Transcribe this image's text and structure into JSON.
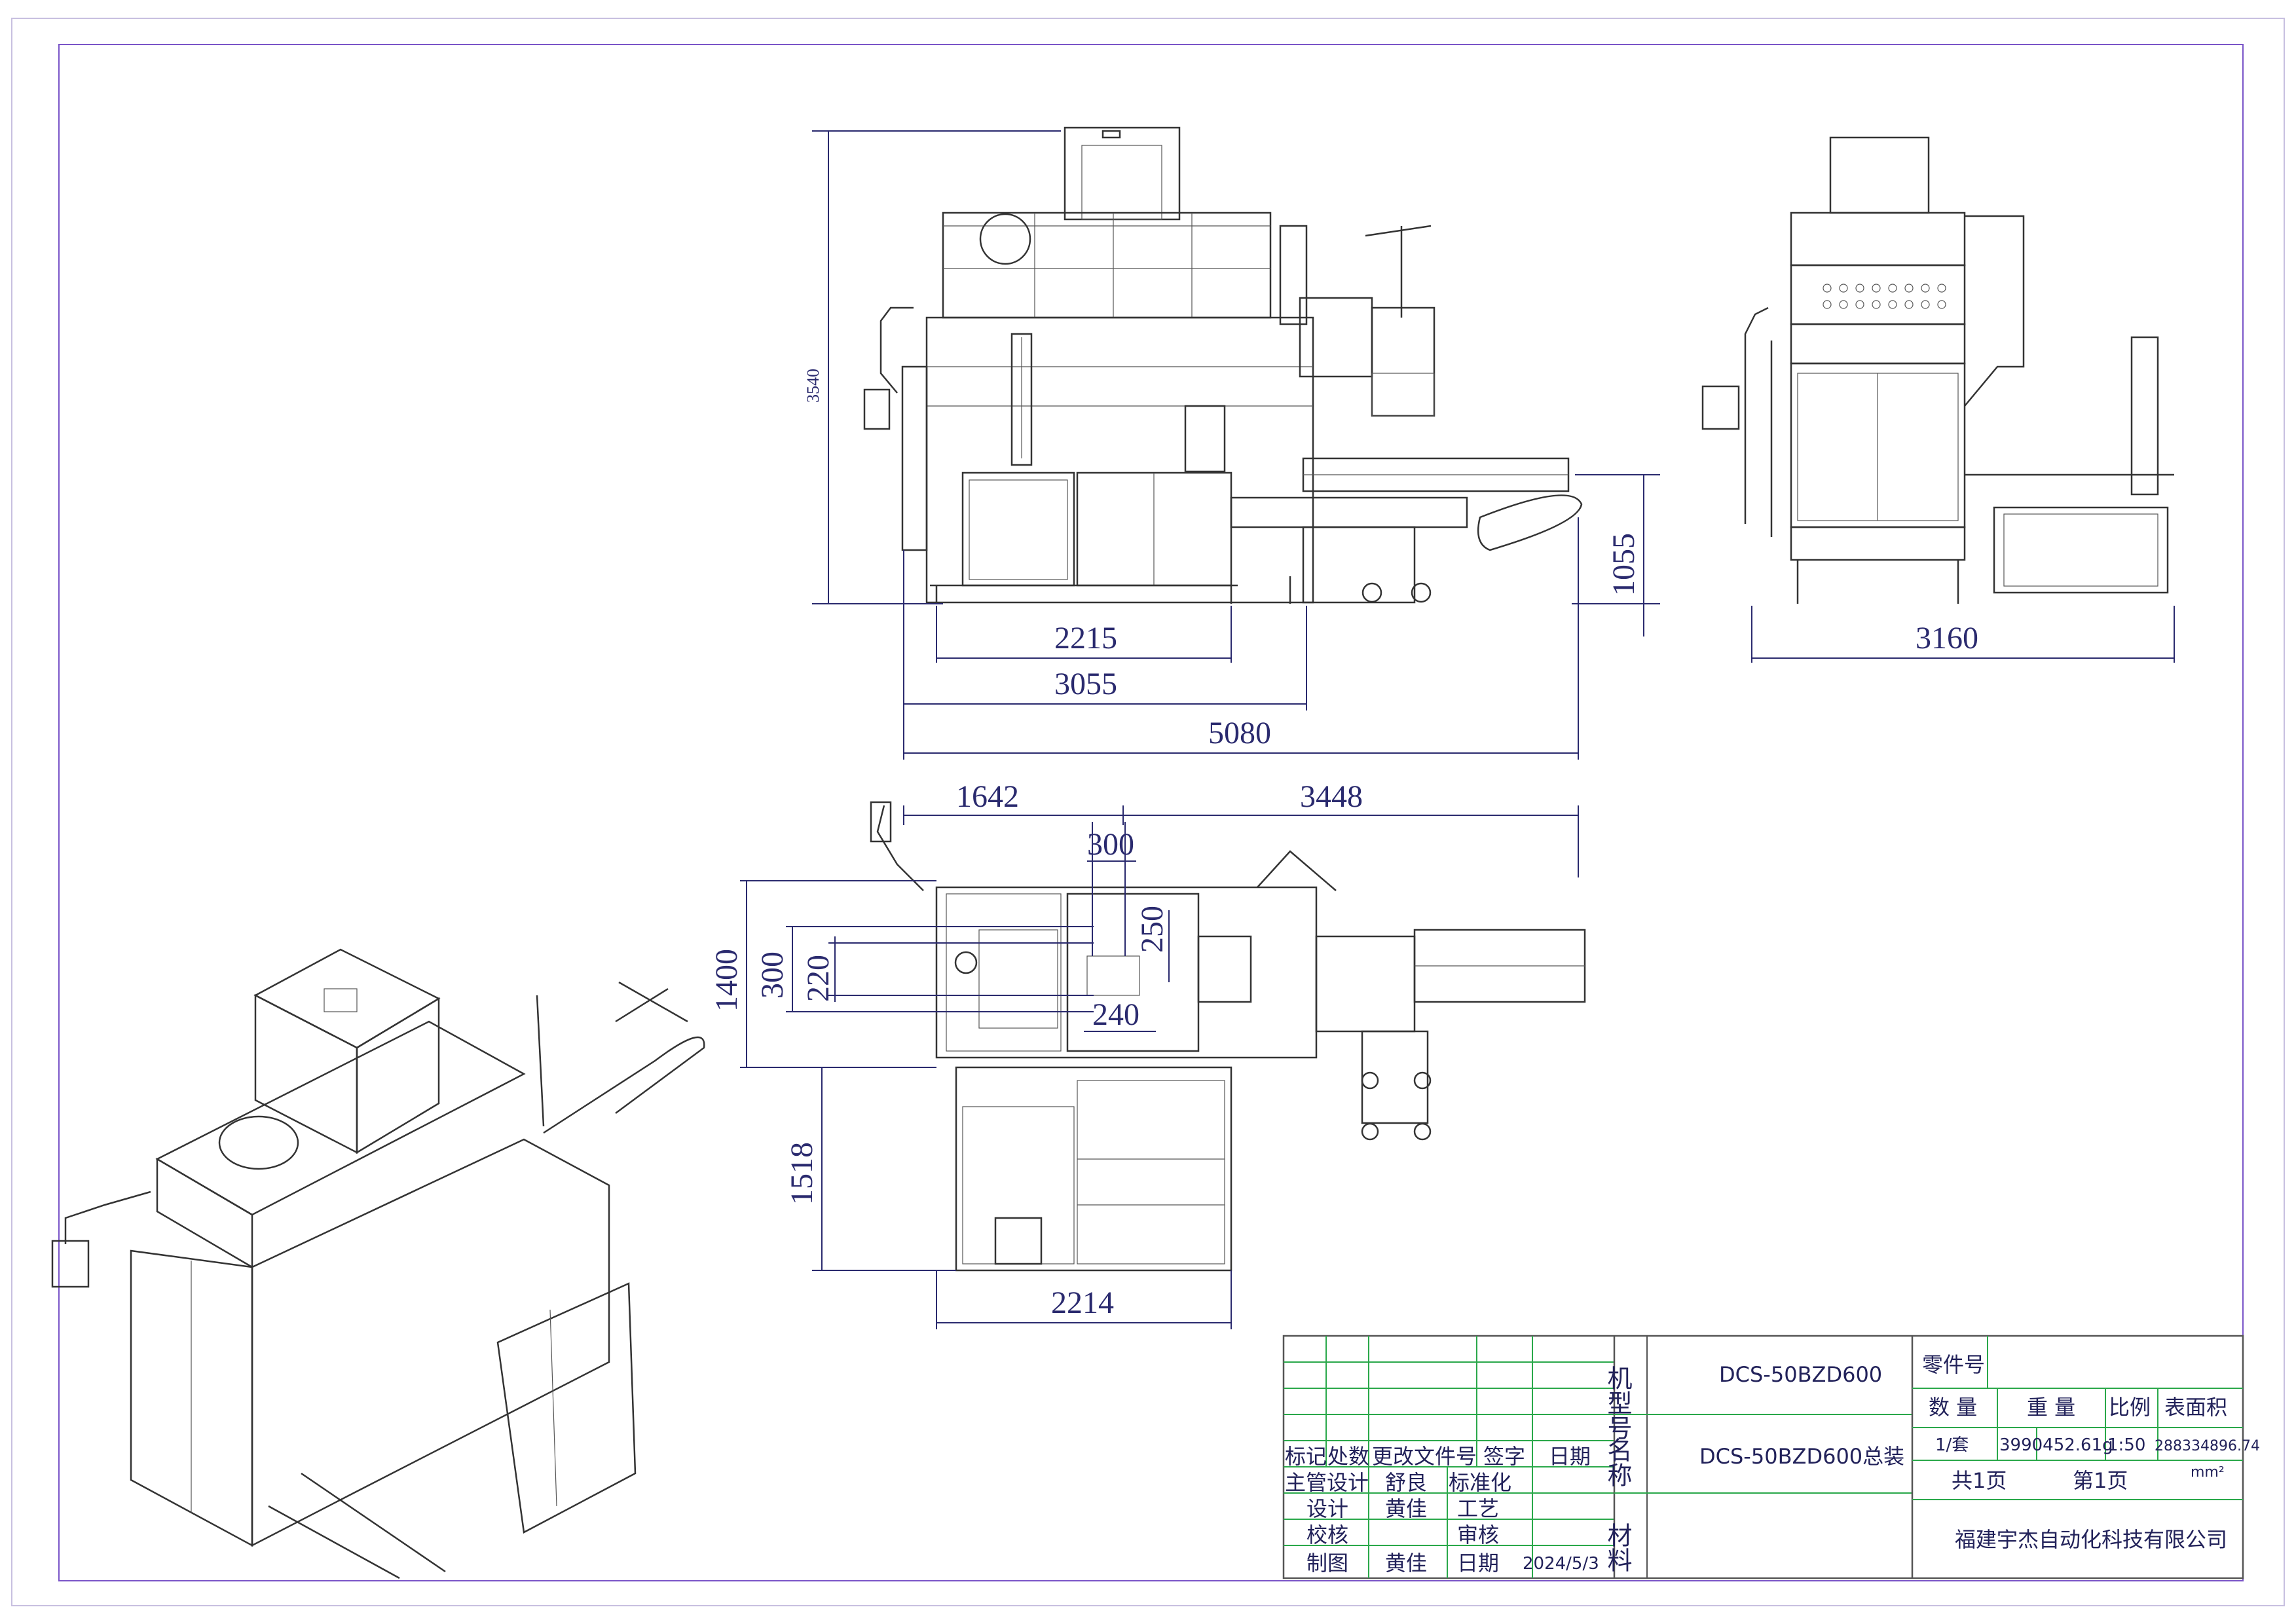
{
  "dimensions": {
    "front_height": "3540",
    "front_w1": "2215",
    "front_w2": "3055",
    "front_w3": "5080",
    "front_conveyor_h": "1055",
    "side_width": "3160",
    "top_left": "1642",
    "top_right": "3448",
    "top_300_h": "300",
    "top_250": "250",
    "top_240": "240",
    "top_1400": "1400",
    "top_300_v": "300",
    "top_220": "220",
    "top_1518": "1518",
    "top_2214": "2214"
  },
  "title_block": {
    "model_label": "机型号",
    "model_value": "DCS-50BZD600",
    "name_label": "名称",
    "name_value": "DCS-50BZD600总装",
    "material_label": "材料",
    "part_no_label": "零件号",
    "qty_label": "数 量",
    "weight_label": "重 量",
    "scale_label": "比例",
    "area_label": "表面积",
    "qty_value": "1/套",
    "weight_value": "3990452.61g",
    "scale_value": "1:50",
    "area_value": "288334896.74",
    "area_unit": "mm²",
    "total_pages": "共1页",
    "page_no": "第1页",
    "company": "福建宇杰自动化科技有限公司",
    "rev_headers": [
      "标记",
      "处数",
      "更改文件号",
      "签字",
      "日期"
    ],
    "rows": [
      {
        "role": "主管设计",
        "name": "舒良",
        "role2": "标准化",
        "name2": ""
      },
      {
        "role": "设计",
        "name": "黄佳",
        "role2": "工艺",
        "name2": ""
      },
      {
        "role": "校核",
        "name": "",
        "role2": "审核",
        "name2": ""
      },
      {
        "role": "制图",
        "name": "黄佳",
        "role2": "日期",
        "name2": "2024/5/3"
      }
    ]
  }
}
